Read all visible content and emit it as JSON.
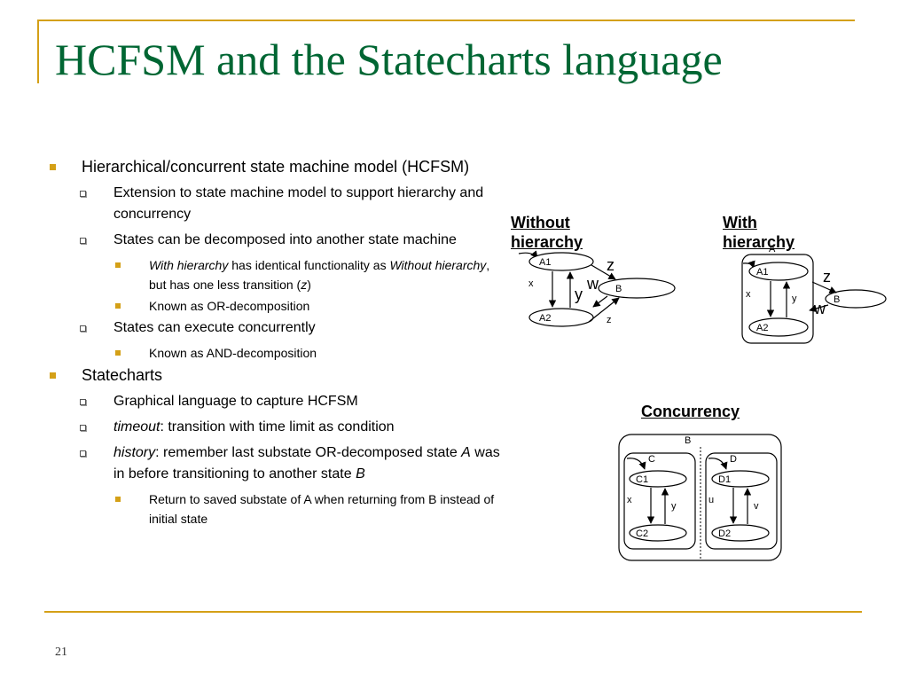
{
  "slide": {
    "title": "HCFSM and the Statecharts language",
    "page_number": "21",
    "accent_color": "#d4a017",
    "title_color": "#006633"
  },
  "bullets": {
    "b1": "Hierarchical/concurrent state machine model (HCFSM)",
    "b1_1": "Extension to state machine model to support hierarchy and concurrency",
    "b1_2": "States can be decomposed into another state machine",
    "b1_2_1_em1": "With hierarchy",
    "b1_2_1_t1": " has identical functionality as ",
    "b1_2_1_em2": "Without hierarchy",
    "b1_2_1_t2": ", but has one less transition (",
    "b1_2_1_em3": "z",
    "b1_2_1_t3": ")",
    "b1_2_2": "Known as OR-decomposition",
    "b1_3": "States can execute concurrently",
    "b1_3_1": "Known as AND-decomposition",
    "b2": "Statecharts",
    "b2_1": "Graphical language to capture HCFSM",
    "b2_2_em": "timeout",
    "b2_2_t": ": transition with time limit as condition",
    "b2_3_em": "history",
    "b2_3_t1": ": remember last substate OR-decomposed state ",
    "b2_3_em2": "A",
    "b2_3_t2": " was in before transitioning to another state ",
    "b2_3_em3": "B",
    "b2_3_1": "Return to saved substate of A when returning from B instead of initial state"
  },
  "diagrams": {
    "without": {
      "label": "Without hierarchy",
      "states": {
        "a1": "A1",
        "a2": "A2",
        "b": "B"
      },
      "events": {
        "x": "x",
        "y": "y",
        "z_big": "z",
        "w": "w",
        "z_small": "z"
      }
    },
    "with": {
      "label": "With hierarchy",
      "states": {
        "a": "A",
        "a1": "A1",
        "a2": "A2",
        "b": "B"
      },
      "events": {
        "x": "x",
        "y": "y",
        "z": "z",
        "w": "w"
      }
    },
    "concurrency": {
      "label": "Concurrency",
      "states": {
        "b": "B",
        "c": "C",
        "d": "D",
        "c1": "C1",
        "c2": "C2",
        "d1": "D1",
        "d2": "D2"
      },
      "events": {
        "x": "x",
        "y": "y",
        "u": "u",
        "v": "v"
      }
    }
  }
}
